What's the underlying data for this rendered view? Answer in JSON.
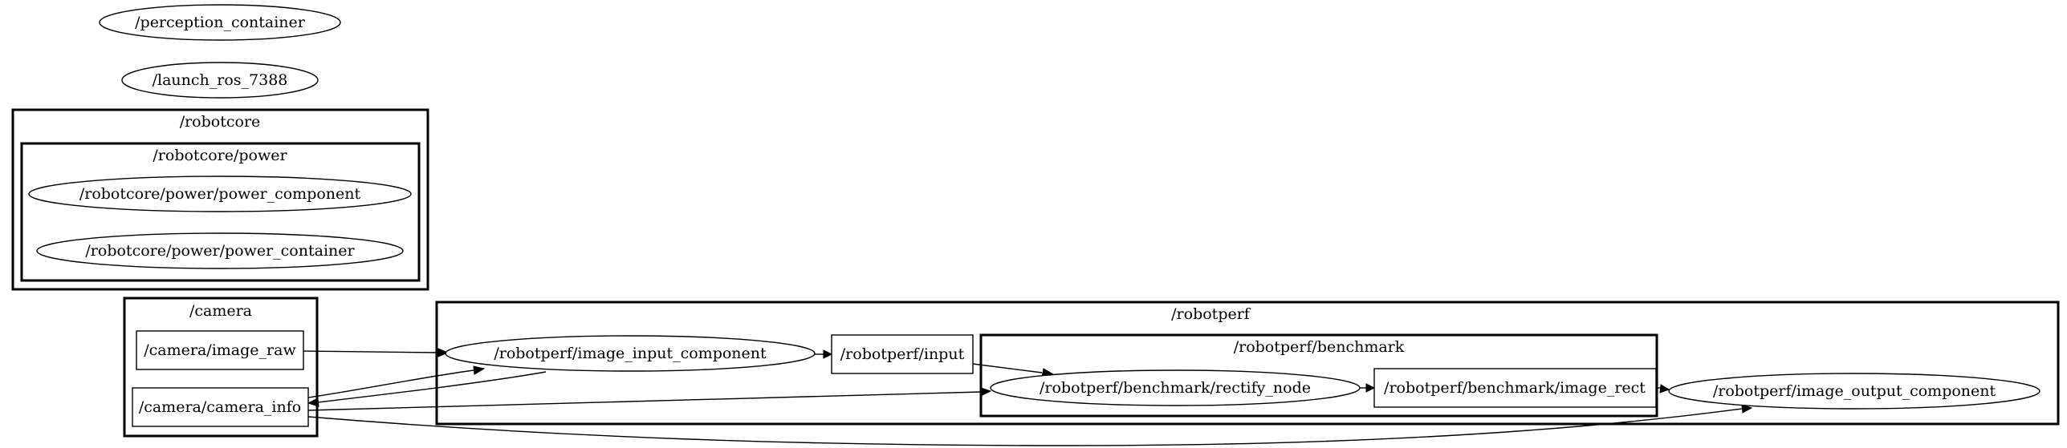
{
  "graph": {
    "clusters": {
      "robotcore": "/robotcore",
      "robotcore_power": "/robotcore/power",
      "camera": "/camera",
      "robotperf": "/robotperf",
      "robotperf_benchmark": "/robotperf/benchmark"
    },
    "nodes": {
      "perception_container": "/perception_container",
      "launch_ros": "/launch_ros_7388",
      "power_component": "/robotcore/power/power_component",
      "power_container": "/robotcore/power/power_container",
      "image_raw": "/camera/image_raw",
      "camera_info": "/camera/camera_info",
      "image_input_component": "/robotperf/image_input_component",
      "input": "/robotperf/input",
      "rectify_node": "/robotperf/benchmark/rectify_node",
      "image_rect": "/robotperf/benchmark/image_rect",
      "image_output_component": "/robotperf/image_output_component"
    }
  }
}
